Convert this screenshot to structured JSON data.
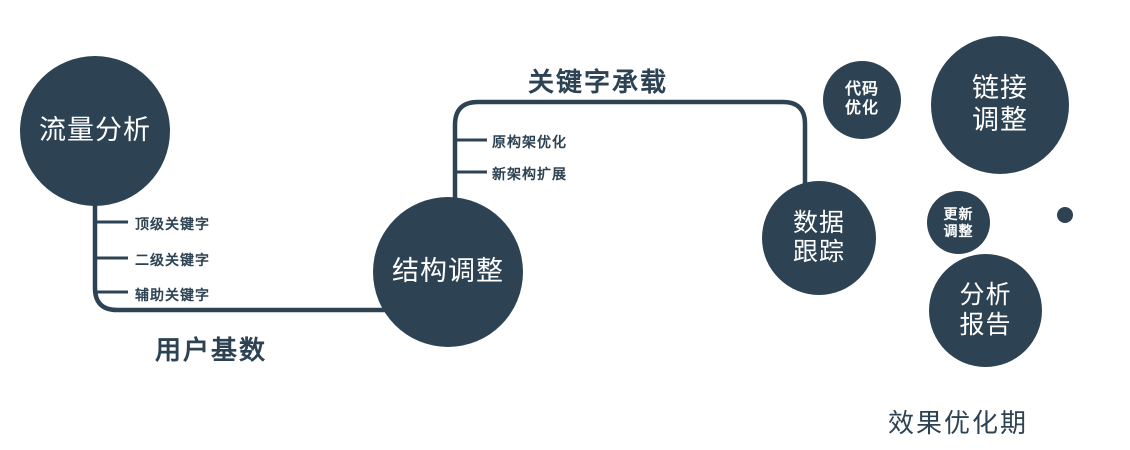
{
  "colors": {
    "primary": "#2d4353",
    "background": "#ffffff",
    "circle_text": "#ffffff"
  },
  "nodes": {
    "traffic": {
      "label": "流量分析"
    },
    "structure": {
      "label": "结构调整"
    },
    "tracking": {
      "line1": "数据",
      "line2": "跟踪"
    },
    "code": {
      "line1": "代码",
      "line2": "优化"
    },
    "link": {
      "line1": "链接",
      "line2": "调整"
    },
    "update": {
      "line1": "更新",
      "line2": "调整"
    },
    "report": {
      "line1": "分析",
      "line2": "报告"
    }
  },
  "branch_keywords": {
    "edge_label": "用户基数",
    "items": [
      "顶级关键字",
      "二级关键字",
      "辅助关键字"
    ]
  },
  "branch_architecture": {
    "edge_label": "关键字承载",
    "items": [
      "原构架优化",
      "新架构扩展"
    ]
  },
  "footer_label": "效果优化期"
}
